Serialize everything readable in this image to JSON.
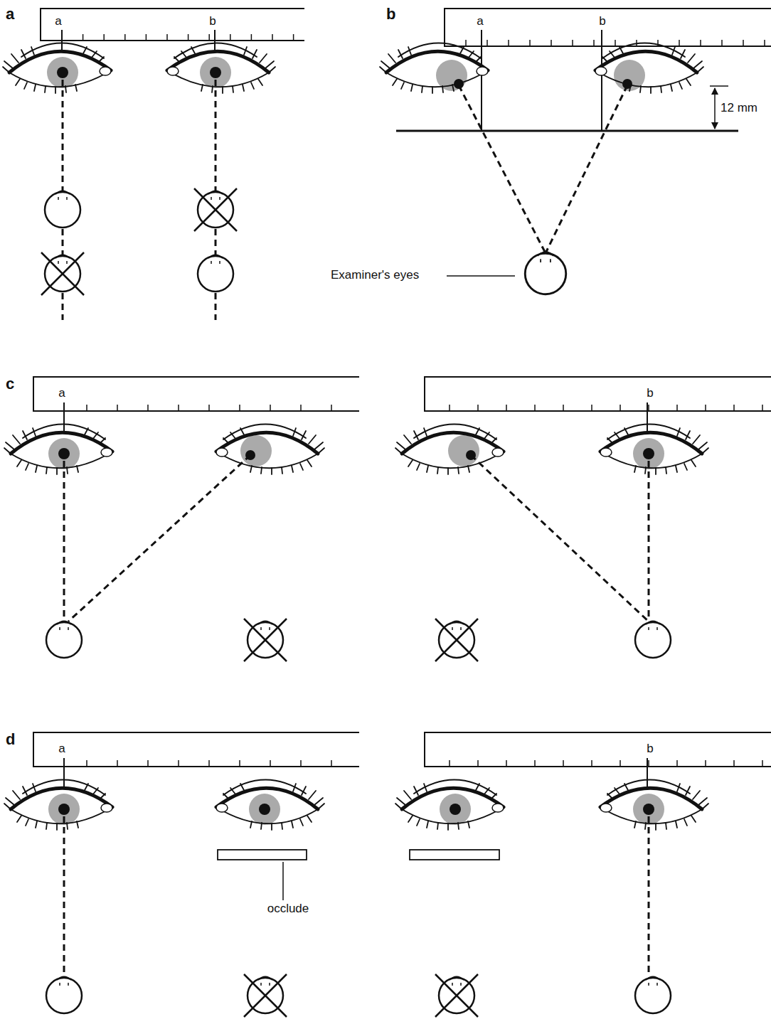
{
  "diagram": {
    "labels": [
      "a",
      "a",
      "b",
      "b",
      "a",
      "b",
      "12 mm",
      "Examiner's eyes",
      "c",
      "a",
      "b",
      "d",
      "a",
      "b",
      "occlude"
    ]
  }
}
